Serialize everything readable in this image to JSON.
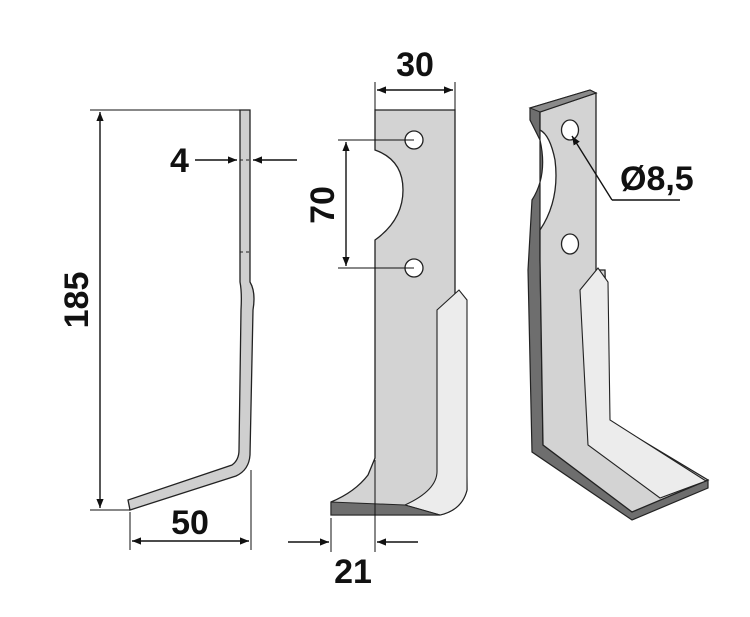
{
  "dimensions": {
    "height": "185",
    "thickness": "4",
    "foot_width": "50",
    "blade_width": "30",
    "hole_spacing": "70",
    "offset": "21",
    "hole_diameter": "Ø8,5"
  },
  "colors": {
    "blade_face": "#d3d3d3",
    "blade_dark": "#6e6e6e",
    "blade_light": "#ececec",
    "outline": "#222222",
    "dimension_line": "#111111"
  }
}
